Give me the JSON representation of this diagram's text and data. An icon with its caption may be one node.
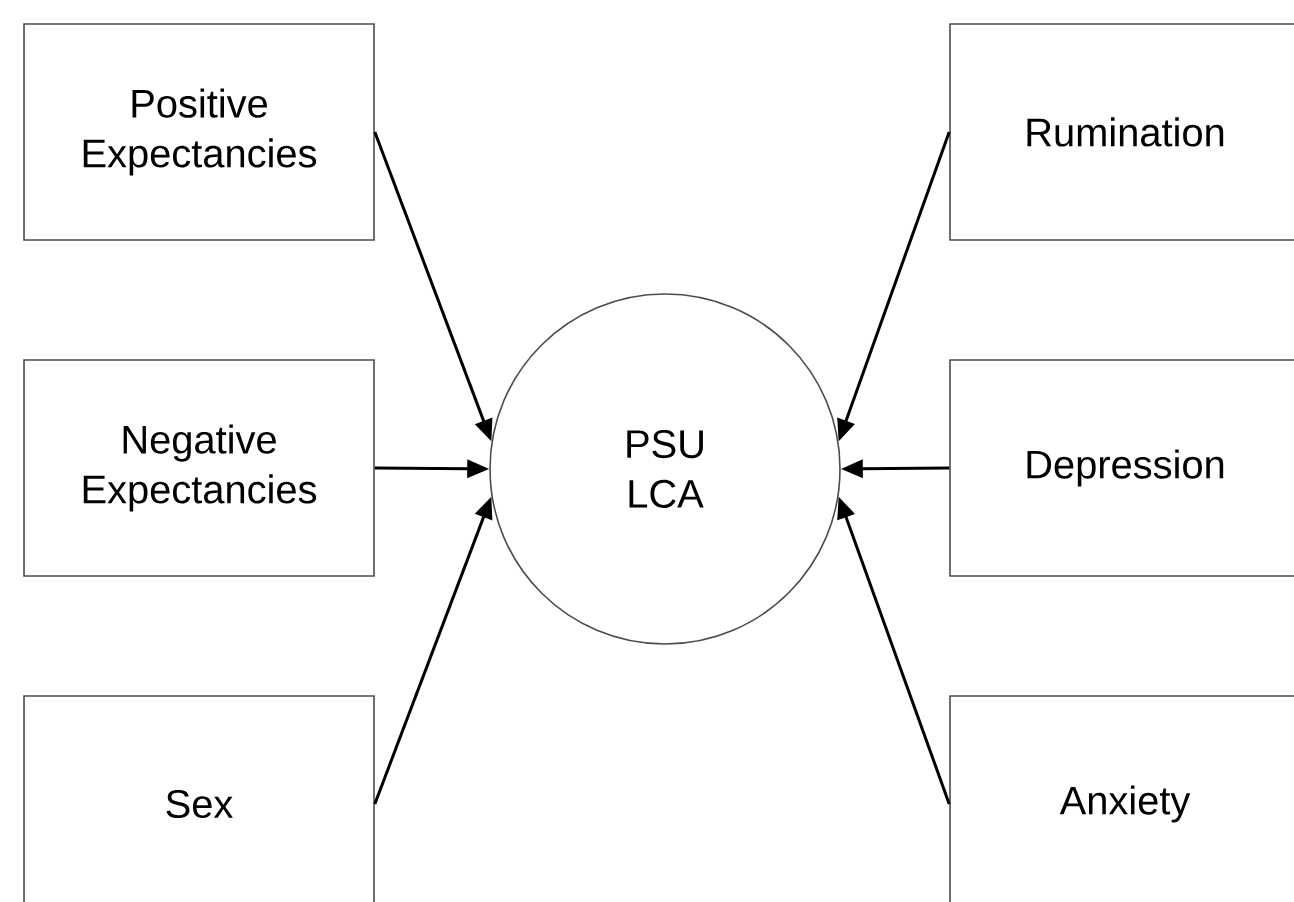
{
  "diagram": {
    "nodes": [
      {
        "text": [
          "Positive Expectancies"
        ]
      },
      {
        "text": [
          "Negative Expectancies"
        ]
      },
      {
        "text": [
          "Sex"
        ]
      },
      {
        "text": [
          "PSU LCA"
        ]
      },
      {
        "text": [
          "Rumination"
        ]
      },
      {
        "text": [
          "Depression"
        ]
      },
      {
        "text": [
          "Anxiety"
        ]
      }
    ],
    "edges": [
      {
        "from": 0,
        "to": 3,
        "arrow": "to"
      },
      {
        "from": 1,
        "to": 3,
        "arrow": "to"
      },
      {
        "from": 2,
        "to": 3,
        "arrow": "to"
      },
      {
        "from": 4,
        "to": 3,
        "arrow": "to"
      },
      {
        "from": 5,
        "to": 3,
        "arrow": "to"
      },
      {
        "from": 6,
        "to": 3,
        "arrow": "to"
      }
    ]
  }
}
